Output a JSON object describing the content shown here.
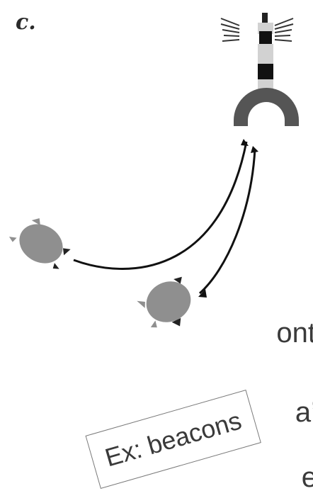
{
  "panel_label": "c.",
  "cut_text": [
    "ont",
    "a’",
    "e"
  ],
  "note": {
    "text": "Ex: beacons"
  },
  "colors": {
    "turtle": "#8f8f8f",
    "arch": "#555555",
    "tower_light": "#d2d2d2",
    "tower_dark": "#111111",
    "path": "#111111",
    "note_border": "#7a7a7a"
  }
}
